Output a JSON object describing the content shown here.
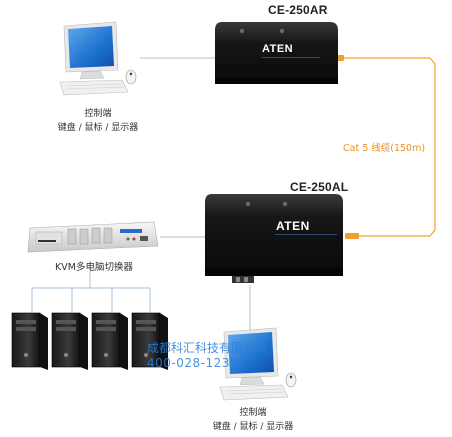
{
  "remote_unit": {
    "model": "CE-250AR",
    "brand": "ATEN"
  },
  "local_unit": {
    "model": "CE-250AL",
    "brand": "ATEN"
  },
  "cable": {
    "label": "Cat 5 线缆(150m)"
  },
  "top_console": {
    "line1": "控制端",
    "line2": "键盘 / 鼠标 / 显示器"
  },
  "bottom_console": {
    "line1": "控制端",
    "line2": "键盘 / 鼠标 / 显示器"
  },
  "kvm_switch": {
    "label": "KVM多电脑切换器"
  },
  "watermark": {
    "line1": "成都科汇科技有限公司",
    "line2": "400-028-1235"
  },
  "colors": {
    "cable": "#f0a030",
    "link": "#a8c0d8",
    "unit_body": "#1a1a1a"
  }
}
